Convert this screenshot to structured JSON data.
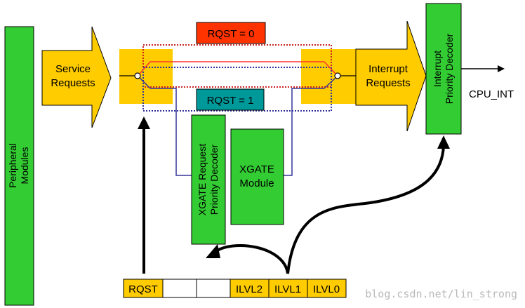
{
  "peripheral": {
    "line1": "Peripheral",
    "line2": "Modules"
  },
  "service": {
    "line1": "Service",
    "line2": "Requests"
  },
  "interrupt": {
    "line1": "Interrupt",
    "line2": "Requests"
  },
  "rqst0": "RQST = 0",
  "rqst1": "RQST = 1",
  "xgate_decoder": {
    "line1": "XGATE Request",
    "line2": "Priority Decoder"
  },
  "xgate_module": {
    "line1": "XGATE",
    "line2": "Module"
  },
  "int_decoder": {
    "line1": "Interrupt",
    "line2": "Priority Decoder"
  },
  "cpu_int": "CPU_INT",
  "register": {
    "cells": [
      "RQST",
      "",
      "",
      "ILVL2",
      "ILVL1",
      "ILVL0"
    ]
  },
  "watermark": "blog.csdn.net/lin_strong",
  "colors": {
    "green": "#33cc33",
    "yellow": "#ffcc00",
    "red_box": "#ff3300",
    "teal_box": "#009999",
    "blue_line": "#333399",
    "red_line": "#ff3333"
  }
}
